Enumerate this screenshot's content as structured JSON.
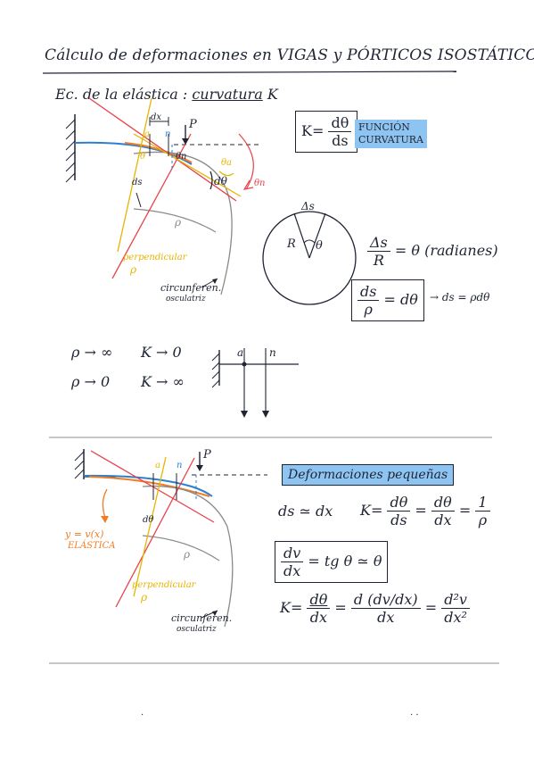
{
  "title": "Cálculo de deformaciones en VIGAS y PÓRTICOS ISOSTÁTICOS",
  "subtitle_prefix": "Ec. de la elástica :",
  "subtitle_underlined": "curvatura",
  "subtitle_symbol": "K",
  "diagram1": {
    "dx": "dx",
    "a": "a",
    "n": "n",
    "P": "P",
    "theta": "θ",
    "theta_n": "θn",
    "theta_a": "θa",
    "theta_sub_a": "θa",
    "theta_sub_n": "θn",
    "d_theta": "dθ",
    "ds": "ds",
    "rho": "ρ",
    "perpendicular": "perpendicular",
    "rho_perp": "ρ",
    "circle_label_1": "circunferen.",
    "circle_label_2": "osculatriz"
  },
  "curvature_formula": {
    "lhs": "K=",
    "num": "dθ",
    "den": "ds"
  },
  "function_label": [
    "FUNCIÓN",
    "CURVATURA"
  ],
  "circle": {
    "top": "Δs",
    "r": "R",
    "theta": "θ"
  },
  "arc_relation": {
    "num": "Δs",
    "den": "R",
    "rhs": "= θ (radianes)"
  },
  "ds_rel": {
    "num": "ds",
    "den": "ρ",
    "rhs": "= dθ",
    "arrow": "→ ds = ρdθ"
  },
  "limits": [
    {
      "rho": "ρ → ∞",
      "k": "K → 0"
    },
    {
      "rho": "ρ → 0",
      "k": "K → ∞"
    }
  ],
  "beam_small": {
    "a": "a",
    "n": "n"
  },
  "diagram2": {
    "a": "a",
    "n": "n",
    "P": "P",
    "d_theta": "dθ",
    "rho": "ρ",
    "elastic_1": "y = v(x)",
    "elastic_2": "ELÁSTICA",
    "perpendicular": "perpendicular",
    "rho_perp": "ρ",
    "circle_label_1": "circunferen.",
    "circle_label_2": "osculatriz"
  },
  "small_def_label": "Deformaciones pequeñas",
  "ds_approx": "ds ≃ dx",
  "k_chain": {
    "lhs": "K=",
    "f1": {
      "num": "dθ",
      "den": "ds"
    },
    "eq1": "=",
    "f2": {
      "num": "dθ",
      "den": "dx"
    },
    "eq2": "=",
    "f3": {
      "num": "1",
      "den": "ρ"
    }
  },
  "tg_rel": {
    "num": "dv",
    "den": "dx",
    "rhs": "= tg θ ≃ θ"
  },
  "k_final": {
    "lhs": "K=",
    "f1": {
      "num": "dθ",
      "den": "dx"
    },
    "eq1": "=",
    "f2": {
      "num": "d (dv/dx)",
      "den": "dx"
    },
    "eq2": "=",
    "f3": {
      "num": "d²v",
      "den": "dx²"
    }
  },
  "footer": {
    "left": "·",
    "right": "· ·"
  }
}
